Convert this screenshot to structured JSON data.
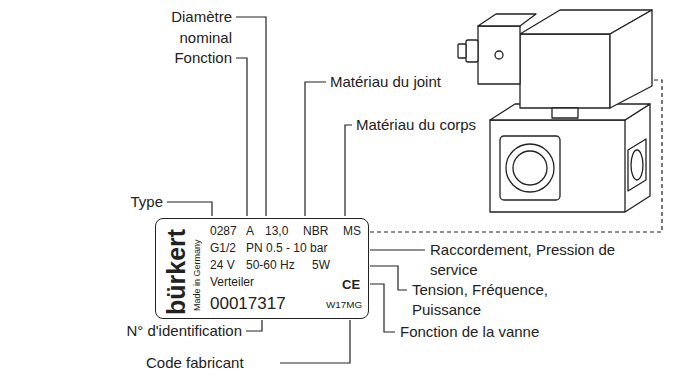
{
  "diagram": {
    "nodes": [
      {
        "text": [
          "0287",
          "A",
          "13,0",
          "NBR",
          "MS",
          "G1/2",
          "PN 0.5 - 10 bar",
          "24 V",
          "50-60 Hz",
          "5W",
          "Verteiler",
          "CE",
          "00017317",
          "W17MG",
          "bürkert",
          "Made in Germany"
        ]
      }
    ],
    "labels": [
      "Diamètre nominal",
      "Fonction",
      "Type",
      "Matériau du joint",
      "Matériau du corps",
      "Raccordement, Pression de service",
      "Tension, Fréquence, Puissance",
      "Fonction de la vanne",
      "N° d'identification",
      "Code fabricant"
    ]
  }
}
